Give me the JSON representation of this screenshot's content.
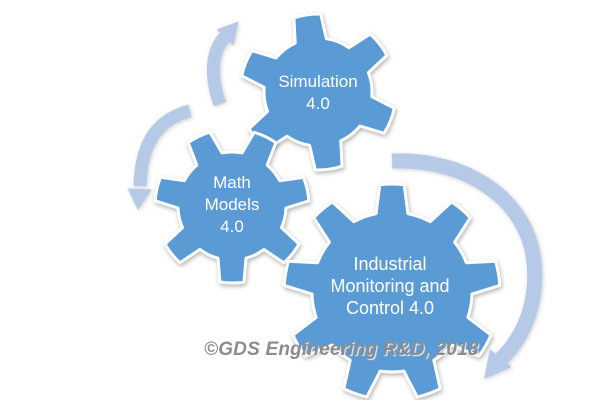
{
  "gears": [
    {
      "name": "simulation",
      "label": "Simulation\n4.0"
    },
    {
      "name": "math-models",
      "label": "Math\nModels\n4.0"
    },
    {
      "name": "industrial",
      "label": "Industrial\nMonitoring and\nControl 4.0"
    }
  ],
  "arrows": [
    {
      "icon": "curved-arrow-up-icon"
    },
    {
      "icon": "curved-arrow-down-icon"
    },
    {
      "icon": "curved-arrow-clockwise-icon"
    }
  ],
  "watermark": "©GDS Engineering R&D, 2018",
  "colors": {
    "gearFill": "#5B9BD5",
    "gearOutline": "#FFFFFF",
    "arrowFill": "#B6CAE8",
    "labelText": "#FFFFFF",
    "watermarkText": "#8C8C8C",
    "background": "#FFFFFF"
  }
}
